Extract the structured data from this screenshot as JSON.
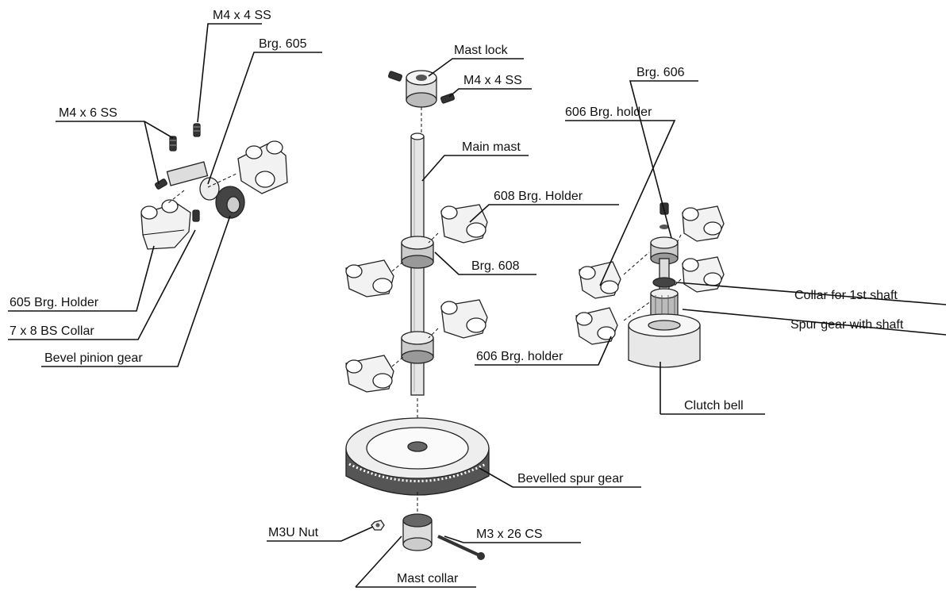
{
  "labels": {
    "m4x4ss_top": "M4 x 4 SS",
    "brg605": "Brg. 605",
    "m4x6ss": "M4 x 6 SS",
    "holder605": "605 Brg. Holder",
    "collar7x8": "7 x 8 BS Collar",
    "bevel_pinion": "Bevel pinion gear",
    "mast_lock": "Mast lock",
    "m4x4ss_mast": "M4 x 4 SS",
    "main_mast": "Main mast",
    "holder608": "608 Brg. Holder",
    "brg608": "Brg. 608",
    "brg606": "Brg. 606",
    "holder606_top": "606 Brg. holder",
    "collar_1st_shaft": "Collar for 1st shaft",
    "spur_gear_shaft": "Spur gear with shaft",
    "holder606_bottom": "606 Brg. holder",
    "clutch_bell": "Clutch bell",
    "bevelled_spur_gear": "Bevelled spur gear",
    "m3u_nut": "M3U Nut",
    "m3x26cs": "M3 x 26 CS",
    "mast_collar": "Mast collar"
  }
}
